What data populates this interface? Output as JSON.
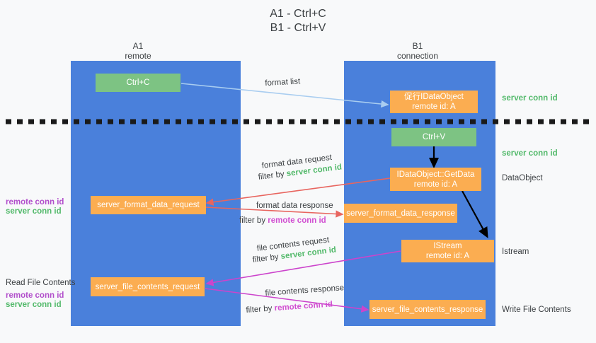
{
  "title": "A1 - Ctrl+C\nB1 - Ctrl+V",
  "columns": [
    {
      "name": "a1-column",
      "heading": "A1\nremote"
    },
    {
      "name": "b1-column",
      "heading": "B1\nconnection"
    }
  ],
  "nodes": {
    "ctrl_c": "Ctrl+C",
    "ctrl_v": "Ctrl+V",
    "idataobject": "促行IDataObject\nremote id: A",
    "idataobject_getdata": "IDataObject::GetData\nremote id: A",
    "istream": "IStream\nremote id: A",
    "server_format_data_request": "server_format_data_request",
    "server_format_data_response": "server_format_data_response",
    "server_file_contents_request": "server_file_contents_request",
    "server_file_contents_response": "server_file_contents_response"
  },
  "side_labels": {
    "server_conn_id_top": "server conn id",
    "server_conn_id_mid": "server conn id",
    "dataobject": "DataObject",
    "istream": "Istream",
    "write_file_contents": "Write File Contents",
    "read_file_contents": "Read File Contents",
    "remote_conn_id": "remote conn id",
    "server_conn_id": "server conn id"
  },
  "edges": {
    "format_list": "format list",
    "format_data_request": "format data request",
    "format_data_request_filter_prefix": "filter by ",
    "format_data_request_filter_key": "server conn id",
    "format_data_response": "format data response",
    "format_data_response_filter_prefix": "filter by ",
    "format_data_response_filter_key": "remote conn id",
    "file_contents_request": "file contents request",
    "file_contents_request_filter_prefix": "filter by ",
    "file_contents_request_filter_key": "server conn id",
    "file_contents_response": "file contents response",
    "file_contents_response_filter_prefix": "filter by ",
    "file_contents_response_filter_key": "remote conn id"
  },
  "colors": {
    "lane": "#4a80db",
    "node_orange": "#fbad51",
    "node_green": "#7dc383",
    "green_text": "#52b96a",
    "purple_text": "#b14ecb",
    "magenta_arrow": "#cc44cc",
    "red_arrow": "#e8655f",
    "light_blue_arrow": "#a9cdf0",
    "black_arrow": "#000000",
    "background": "#f8f9fa"
  }
}
